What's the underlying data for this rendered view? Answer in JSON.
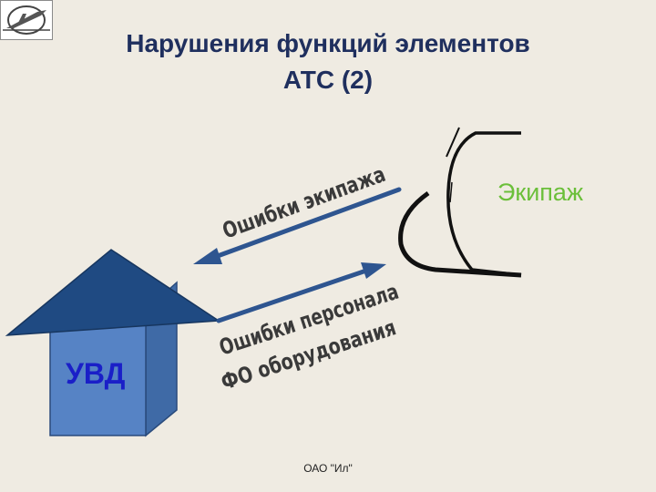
{
  "title": {
    "line1": "Нарушения функций элементов",
    "line2": "АТС (2)"
  },
  "labels": {
    "crew": "Экипаж",
    "uvd": "УВД",
    "crew_errors": "Ошибки экипажа",
    "staff_errors": "Ошибки персонала",
    "equipment_failures": "ФО оборудования"
  },
  "footer": "ОАО \"Ил\"",
  "icons": {
    "logo": "aircraft-logo-icon"
  },
  "colors": {
    "title": "#1f2f5e",
    "crew_label": "#6bbf3a",
    "uvd_label": "#1a1fc8",
    "house_roof": "#1f4a82",
    "house_front": "#5683c5",
    "house_side": "#3f6aa6",
    "arrow": "#2e5590",
    "background": "#efebe2"
  }
}
